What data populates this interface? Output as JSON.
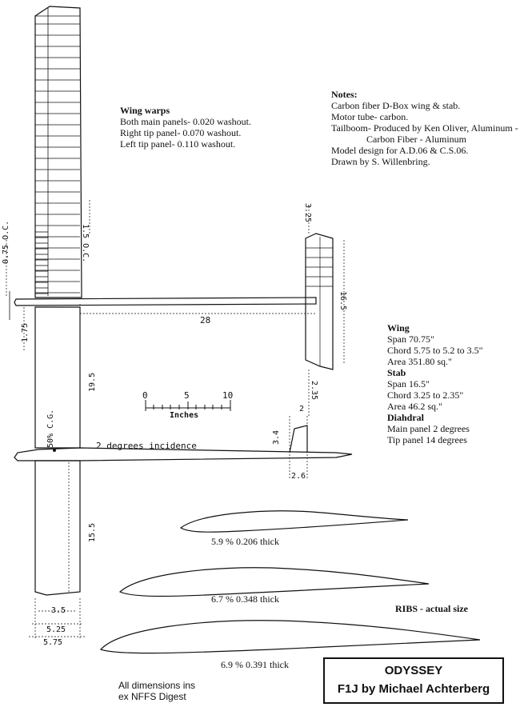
{
  "wing_warps": {
    "heading": "Wing warps",
    "lines": [
      "Both main panels- 0.020 washout.",
      "Right tip panel- 0.070 washout.",
      "Left tip panel- 0.110 washout."
    ]
  },
  "notes": {
    "heading": "Notes:",
    "lines": [
      "Carbon fiber D-Box wing & stab.",
      "Motor tube- carbon.",
      "Tailboom- Produced by Ken Oliver, Aluminum -",
      "Carbon Fiber - Aluminum",
      "Model design for A.D.06 & C.S.06.",
      "Drawn by S. Willenbring."
    ]
  },
  "specs": {
    "wing_heading": "Wing",
    "wing_lines": [
      "Span 70.75\"",
      "Chord 5.75 to 5.2 to 3.5\"",
      "Area 351.80 sq.\""
    ],
    "stab_heading": "Stab",
    "stab_lines": [
      "Span 16.5\"",
      "Chord 3.25 to 2.35\"",
      "Area 46.2 sq.\""
    ],
    "dihedral_heading": "Diahdral",
    "dihedral_lines": [
      "Main panel 2 degrees",
      "Tip panel 14 degrees"
    ]
  },
  "dimensions": {
    "rib_spacing_tip": "0.75 O.C.",
    "rib_spacing_main": "1.5 O.C.",
    "boom_length": "28",
    "tail_root_to_le": "1.75",
    "wing_panel_19": "19.5",
    "wing_panel_15": "15.5",
    "stab_chord_root": "3.25",
    "stab_span": "16.5",
    "stab_chord_tip": "2.35",
    "fin_top": "2",
    "fin_height": "3.4",
    "fin_base": "2.6",
    "cg": "50% C.G.",
    "incidence": "2 degrees incidence",
    "tip_chord": "3.5",
    "mid_chord": "5.25",
    "root_chord": "5.75"
  },
  "scale": {
    "ticks": [
      "0",
      "5",
      "10"
    ],
    "unit": "Inches"
  },
  "airfoils": [
    {
      "label": "5.9 %  0.206 thick"
    },
    {
      "label": "6.7 %  0.348 thick"
    },
    {
      "label": "6.9 %  0.391 thick"
    }
  ],
  "ribs_caption": "RIBS - actual size",
  "footer": {
    "line1": "All dimensions ins",
    "line2": "ex NFFS Digest"
  },
  "title": {
    "name": "ODYSSEY",
    "subtitle": "F1J by Michael Achterberg"
  }
}
